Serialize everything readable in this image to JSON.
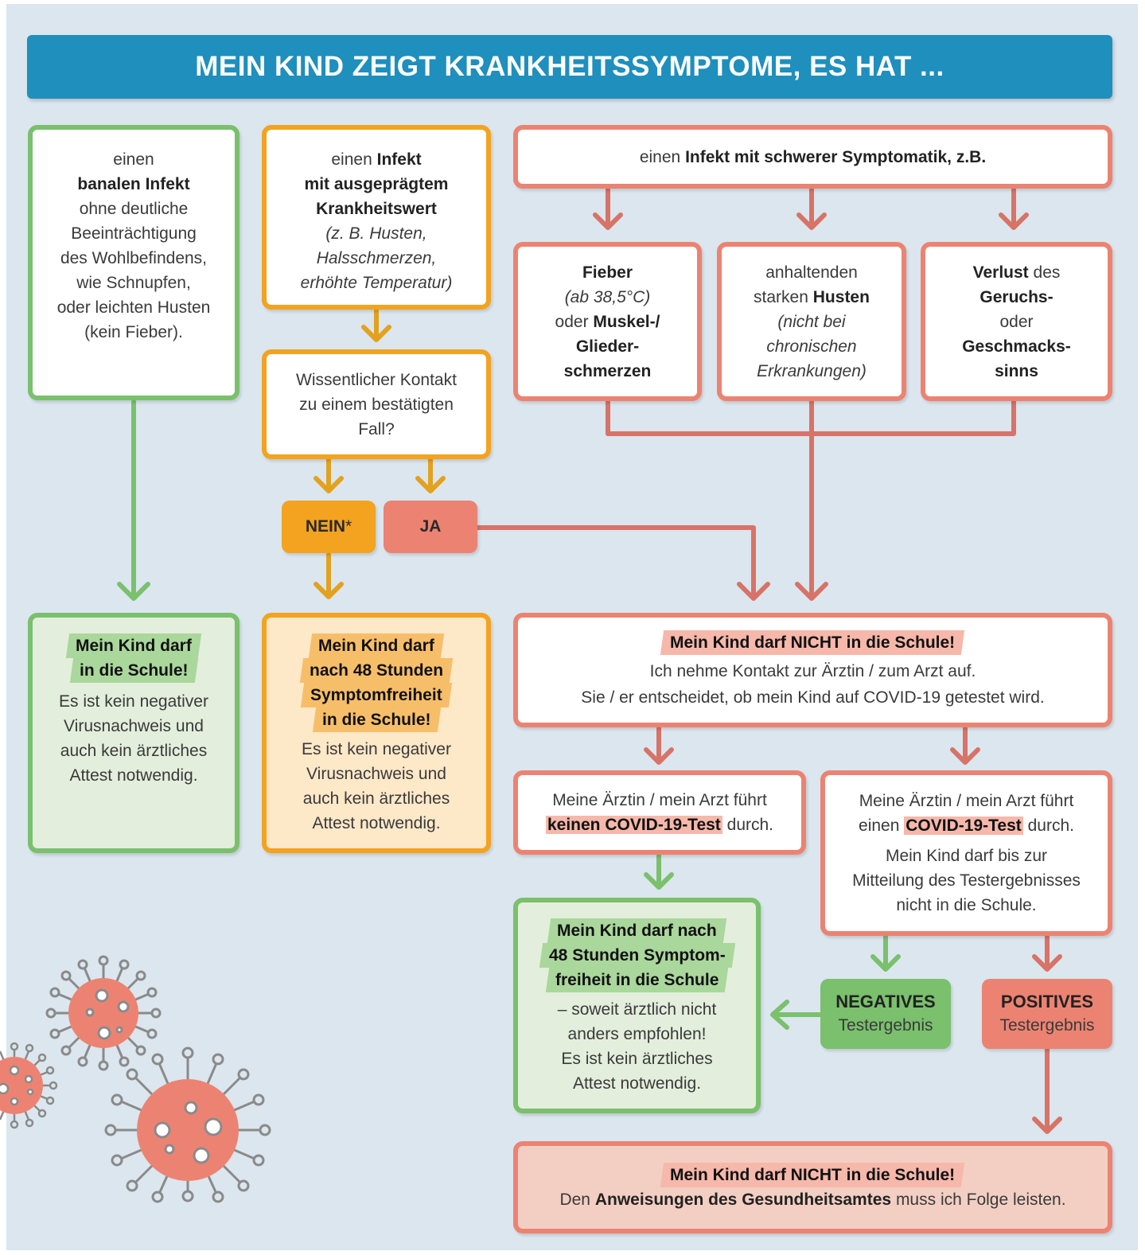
{
  "title": "MEIN KIND ZEIGT KRANKHEITSSYMPTOME, ES HAT ...",
  "col1": {
    "pre": "einen",
    "bold": "banalen Infekt",
    "rest1": "ohne deutliche",
    "rest2": "Beeinträchtigung",
    "rest3": "des Wohlbefindens,",
    "rest4": "wie Schnupfen,",
    "rest5": "oder leichten Husten",
    "rest6": "(kein Fieber).",
    "result_title1": "Mein Kind darf",
    "result_title2": "in die Schule!",
    "result_text1": "Es ist kein negativer",
    "result_text2": "Virusnachweis und",
    "result_text3": "auch kein ärztliches",
    "result_text4": "Attest notwendig."
  },
  "col2": {
    "pre": "einen",
    "bold1": "Infekt",
    "bold2": "mit ausgeprägtem",
    "bold3": "Krankheitswert",
    "italic1": "(z. B. Husten,",
    "italic2": "Halsschmerzen,",
    "italic3": "erhöhte Temperatur)",
    "question1": "Wissentlicher Kontakt",
    "question2": "zu einem bestätigten",
    "question3": "Fall?",
    "no_label": "NEIN",
    "no_mark": "*",
    "yes_label": "JA",
    "result_title1": "Mein Kind darf",
    "result_title2": "nach 48 Stunden",
    "result_title3": "Symptomfreiheit",
    "result_title4": "in die Schule!",
    "result_text1": "Es ist kein negativer",
    "result_text2": "Virusnachweis und",
    "result_text3": "auch kein ärztliches",
    "result_text4": "Attest notwendig."
  },
  "col3": {
    "pre": "einen",
    "bold": "Infekt mit schwerer Symptomatik, z.B.",
    "fever_bold": "Fieber",
    "fever_italic": "(ab 38,5°C)",
    "fever_or": "oder",
    "fever_bold2": "Muskel-/",
    "fever_bold3": "Glieder-",
    "fever_bold4": "schmerzen",
    "cough1": "anhaltenden",
    "cough2_pre": "starken",
    "cough2_bold": "Husten",
    "cough_italic1": "(nicht bei",
    "cough_italic2": "chronischen",
    "cough_italic3": "Erkrankungen)",
    "smell_bold": "Verlust",
    "smell_des": "des",
    "smell_bold2": "Geruchs-",
    "smell_or": "oder",
    "smell_bold3": "Geschmacks-",
    "smell_bold4": "sinns",
    "notschool_title": "Mein Kind darf NICHT in die Schule!",
    "notschool_text1": "Ich nehme Kontakt zur Ärztin / zum Arzt auf.",
    "notschool_text2": "Sie / er entscheidet, ob mein Kind auf COVID-19 getestet wird.",
    "notest_text": "Meine Ärztin / mein Arzt führt",
    "notest_mark": "keinen COVID-19-Test",
    "notest_end": "durch.",
    "test_text": "Meine Ärztin / mein Arzt führt",
    "test_pre": "einen",
    "test_mark": "COVID-19-Test",
    "test_end": "durch.",
    "test_more1": "Mein Kind darf bis zur",
    "test_more2": "Mitteilung des Testergebnisses",
    "test_more3": "nicht in die Schule.",
    "green_title1": "Mein Kind darf nach",
    "green_title2": "48 Stunden Symptom-",
    "green_title3": "freiheit in die Schule",
    "green_text1": "– soweit ärztlich nicht",
    "green_text2": "anders empfohlen!",
    "green_text3": "Es ist kein ärztliches",
    "green_text4": "Attest notwendig.",
    "neg_bold": "NEGATIVES",
    "neg_text": "Testergebnis",
    "pos_bold": "POSITIVES",
    "pos_text": "Testergebnis",
    "final_title": "Mein Kind darf NICHT in die Schule!",
    "final_pre": "Den",
    "final_bold": "Anweisungen des Gesundheitsamtes",
    "final_end": "muss ich Folge leisten."
  },
  "colors": {
    "header": "#1f8fbd",
    "green": "#7ac06d",
    "orange": "#f3a31f",
    "red": "#ec8372",
    "background": "#dbe6ee"
  }
}
